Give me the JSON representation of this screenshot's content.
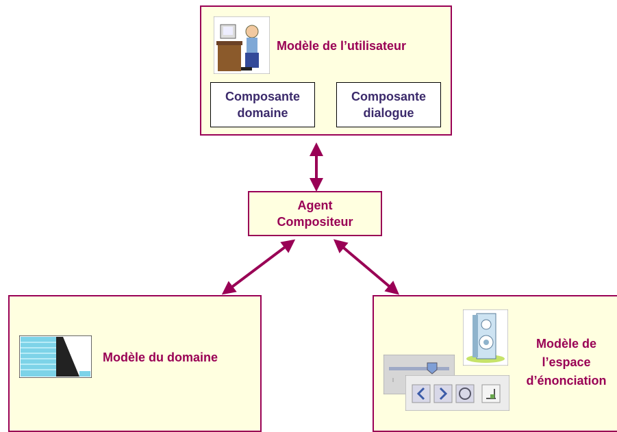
{
  "colors": {
    "border": "#990055",
    "box_fill": "#ffffe0",
    "text_accent": "#990055",
    "sub_text": "#3b2a6b"
  },
  "user_model": {
    "title": "Modèle de l’utilisateur",
    "icon": "person-at-computer-icon",
    "components": [
      {
        "line1": "Composante",
        "line2": "domaine"
      },
      {
        "line1": "Composante",
        "line2": "dialogue"
      }
    ]
  },
  "agent": {
    "line1": "Agent",
    "line2": "Compositeur"
  },
  "domain_model": {
    "title": "Modèle du domaine",
    "icon": "waterfall-icon"
  },
  "space_model": {
    "line1": "Modèle de",
    "line2": "l’espace",
    "line3": "d’énonciation",
    "icons": [
      "speaker-icon",
      "slider-icon",
      "toolbar-icon"
    ]
  }
}
